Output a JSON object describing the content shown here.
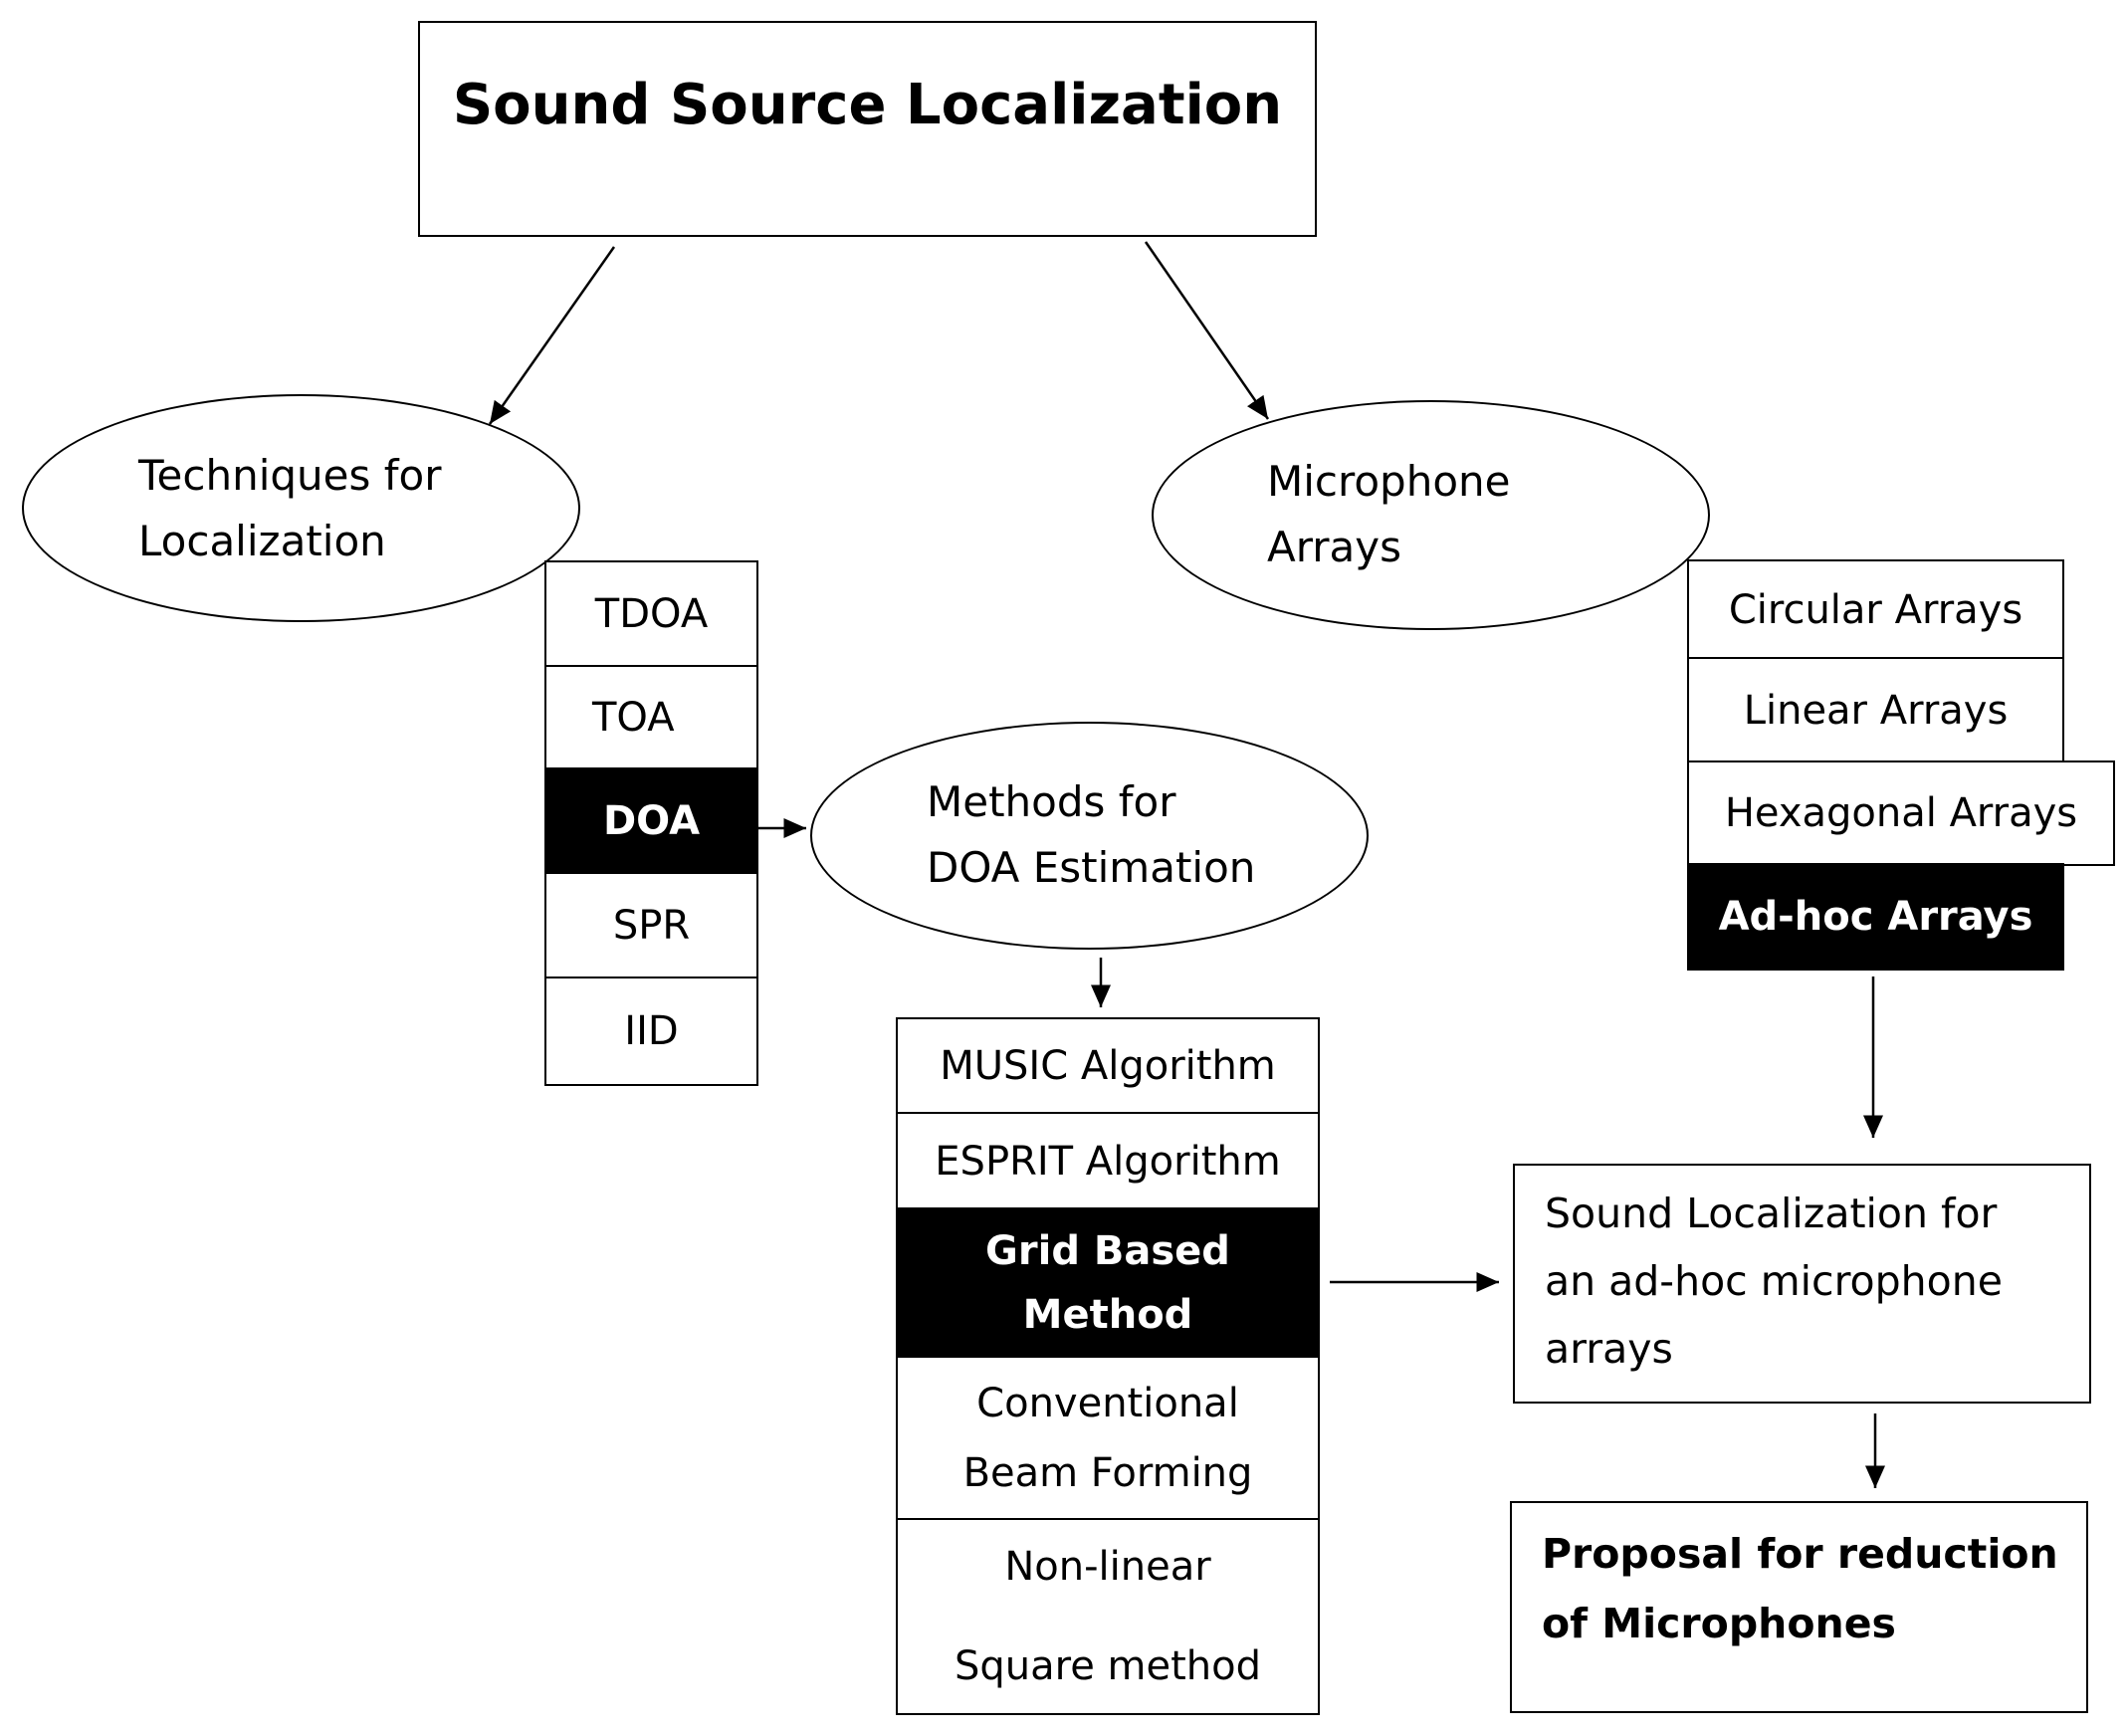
{
  "title": "Sound Source Localization",
  "techniques": {
    "label_line1": "Techniques for",
    "label_line2": "Localization",
    "items": [
      "TDOA",
      "TOA",
      "DOA",
      "SPR",
      "IID"
    ]
  },
  "microphone": {
    "label_line1": "Microphone",
    "label_line2": "Arrays",
    "items": [
      "Circular Arrays",
      "Linear Arrays",
      "Hexagonal Arrays",
      "Ad-hoc Arrays"
    ]
  },
  "doa_methods": {
    "label_line1": "Methods for",
    "label_line2": "DOA Estimation",
    "items": {
      "music": "MUSIC Algorithm",
      "esprit": "ESPRIT Algorithm",
      "grid_line1": "Grid Based",
      "grid_line2": "Method",
      "conv_line1": "Conventional",
      "conv_line2": "Beam Forming",
      "nonlin_line1": "Non-linear",
      "nonlin_line2": "Square method"
    }
  },
  "adhoc_localization": {
    "line1": "Sound Localization for",
    "line2": "an ad-hoc microphone",
    "line3": "arrays"
  },
  "proposal": {
    "line1": "Proposal for reduction",
    "line2": "of Microphones"
  }
}
